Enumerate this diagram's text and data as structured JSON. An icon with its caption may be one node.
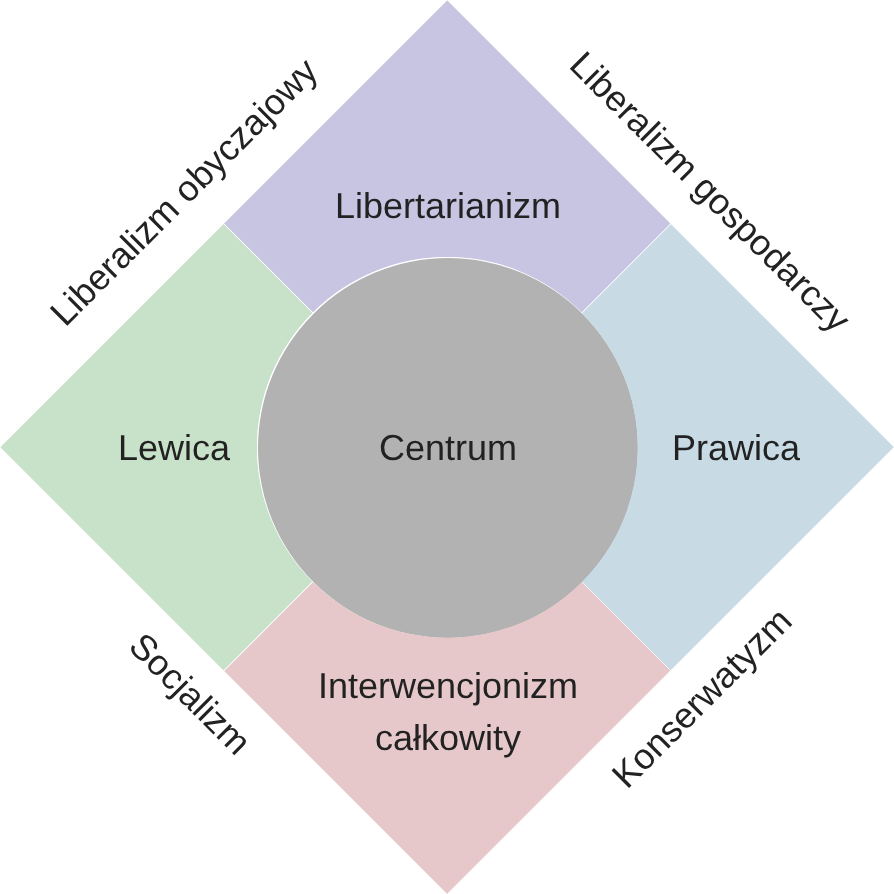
{
  "diagram": {
    "nodes": [
      {
        "text": [
          "Libertarianizm"
        ]
      },
      {
        "text": [
          "Lewica"
        ]
      },
      {
        "text": [
          "Centrum"
        ]
      },
      {
        "text": [
          "Prawica"
        ]
      },
      {
        "text": [
          "Interwencjonizm całkowity"
        ]
      }
    ],
    "labels": [
      "Liberalizm obyczajowy",
      "Liberalizm gospodarczy",
      "Socjalizm",
      "Konserwatyzm"
    ]
  }
}
